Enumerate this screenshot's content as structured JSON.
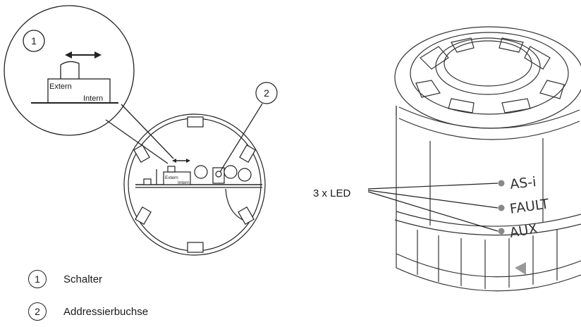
{
  "callouts": {
    "one": "1",
    "two": "2"
  },
  "switch": {
    "extern": "Extern",
    "intern": "Intern"
  },
  "led": {
    "label": "3 x LED",
    "asi": "AS-i",
    "fault": "FAULT",
    "aux": "AUX"
  },
  "legend": [
    {
      "num": "1",
      "text": "Schalter"
    },
    {
      "num": "2",
      "text": "Addressierbuchse"
    }
  ]
}
